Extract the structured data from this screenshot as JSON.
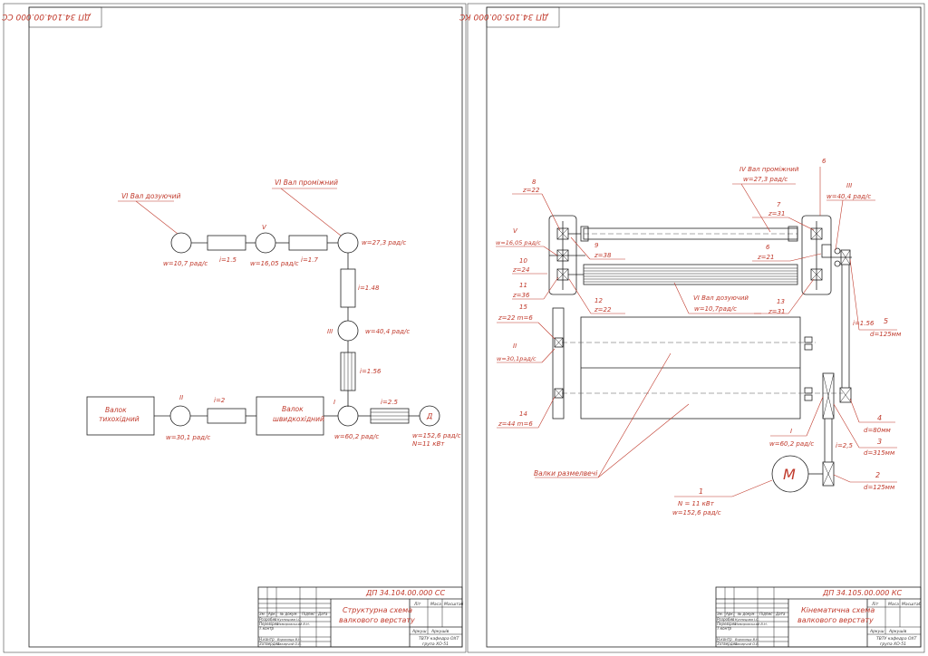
{
  "sheet1": {
    "stamp_rotated": "ДП 34.104.00.000 СС",
    "labels": {
      "shaft_dosing": "VI Вал дозуючий",
      "shaft_mid": "VI Вал проміжний",
      "w_dosing": "w=10,7 рад/с",
      "i1": "i=1.5",
      "roman_v": "V",
      "w_v": "w=16,05 рад/с",
      "i2": "i=1.7",
      "w_mid": "w=27,3 рад/с",
      "i3": "i=1.48",
      "roman_iii": "III",
      "w_iii": "w=40,4 рад/с",
      "i4": "i=1.56",
      "slow_l1": "Валок",
      "slow_l2": "тихохідний",
      "roman_ii": "II",
      "i5": "i=2",
      "fast_l1": "Валок",
      "fast_l2": "швидкохідний",
      "roman_i": "I",
      "i6": "i=2.5",
      "motor_d": "Д",
      "w_ii": "w=30,1 рад/с",
      "w_i": "w=60,2 рад/с",
      "w_motor": "w=152,6 рад/с",
      "n_motor": "N=11 кВт"
    },
    "title_block": {
      "code": "ДП 34.104.00.000 СС",
      "title_l1": "Структурна схема",
      "title_l2": "валкового верстату",
      "h_lit": "Літ",
      "h_mass": "Маса",
      "h_scale": "Масштаб",
      "sheet": "Аркуш",
      "sheets": "Аркушів",
      "org1": "ТВТУ кафедра ОХТ",
      "org2": "група ХО-51",
      "col_izm": "Зм.",
      "col_ark": "Арк.",
      "col_doc": "№ докум.",
      "col_sign": "Підпис",
      "col_date": "Дата",
      "r_dev": "Розробив",
      "r_dev_name": "Кузнєцова І.С.",
      "r_chk": "Перевірив",
      "r_chk_name": "Нємировський В.Н.",
      "r_tcont": "Т.контр",
      "r_ncont": "Н.контр",
      "r_ncont_name": "Ворониця В.Н.",
      "r_appr": "Затвердив",
      "r_appr_name": "Закирчий О.В."
    }
  },
  "sheet2": {
    "stamp_rotated": "ДП 34.105.00.000 КС",
    "labels": {
      "n8": "8",
      "z22a": "z=22",
      "roman_v": "V",
      "w_v": "w=16,05 рад/с",
      "n10": "10",
      "z24": "z=24",
      "n11": "11",
      "z36": "z=36",
      "n15": "15",
      "z22m6": "z=22 m=6",
      "roman_ii": "II",
      "w_ii": "w=30,1рад/с",
      "n14": "14",
      "z44m6": "z=44 m=6",
      "n9": "9",
      "z38": "z=38",
      "n12": "12",
      "z22b": "z=22",
      "shaft_mid": "IV  Вал проміжний",
      "w_mid": "w=27,3  рад/с",
      "shaft_dosing": "VI  Вал дозуючий",
      "w_dosing": "w=10,7рад/с",
      "n6a": "6",
      "n7": "7",
      "z31a": "z=31",
      "n6b": "6",
      "z21": "z=21",
      "n13": "13",
      "z31b": "z=31",
      "roman_iii": "III",
      "w_iii": "w=40,4  рад/с",
      "i156": "i=1.56",
      "n5": "5",
      "d125a": "d=125мм",
      "n4": "4",
      "d80": "d=80мм",
      "n3": "3",
      "d315": "d=315мм",
      "roman_i": "I",
      "w_i": "w=60,2 рад/с",
      "i25": "i=2,5",
      "n2": "2",
      "d125b": "d=125мм",
      "motor": "М",
      "n1": "1",
      "n_motor": "N = 11 кВт",
      "w_motor": "w=152,6 рад/с",
      "rolls": "Валки размелвечі"
    },
    "title_block": {
      "code": "ДП 34.105.00.000 КС",
      "title_l1": "Кінематична схема",
      "title_l2": "валкового верстату",
      "h_lit": "Літ",
      "h_mass": "Маса",
      "h_scale": "Масштаб",
      "sheet": "Аркуш",
      "sheets": "Аркушів",
      "org1": "ТВТУ кафедра ОХТ",
      "org2": "група ХО-51",
      "col_izm": "Зм.",
      "col_ark": "Арк.",
      "col_doc": "№ докум.",
      "col_sign": "Підпис",
      "col_date": "Дата",
      "r_dev": "Розробив",
      "r_dev_name": "Кузнєцова І.С.",
      "r_chk": "Перевірив",
      "r_chk_name": "Нємировський В.Н.",
      "r_tcont": "Т.контр",
      "r_ncont": "Н.контр",
      "r_ncont_name": "Ворониця В.Н.",
      "r_appr": "Затвердив",
      "r_appr_name": "Закирчий О.В."
    }
  }
}
